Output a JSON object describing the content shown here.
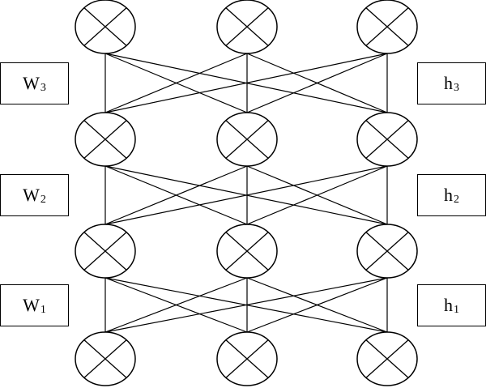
{
  "weights": [
    {
      "id": "w3",
      "base": "W",
      "sub": "3"
    },
    {
      "id": "w2",
      "base": "W",
      "sub": "2"
    },
    {
      "id": "w1",
      "base": "W",
      "sub": "1"
    }
  ],
  "hidden": [
    {
      "id": "h3",
      "base": "h",
      "sub": "3"
    },
    {
      "id": "h2",
      "base": "h",
      "sub": "2"
    },
    {
      "id": "h1",
      "base": "h",
      "sub": "1"
    }
  ],
  "network": {
    "layers": 4,
    "nodes_per_layer": 3,
    "node_symbol": "crossed-circle",
    "connection": "fully-connected",
    "stroke_color": "#000000"
  }
}
